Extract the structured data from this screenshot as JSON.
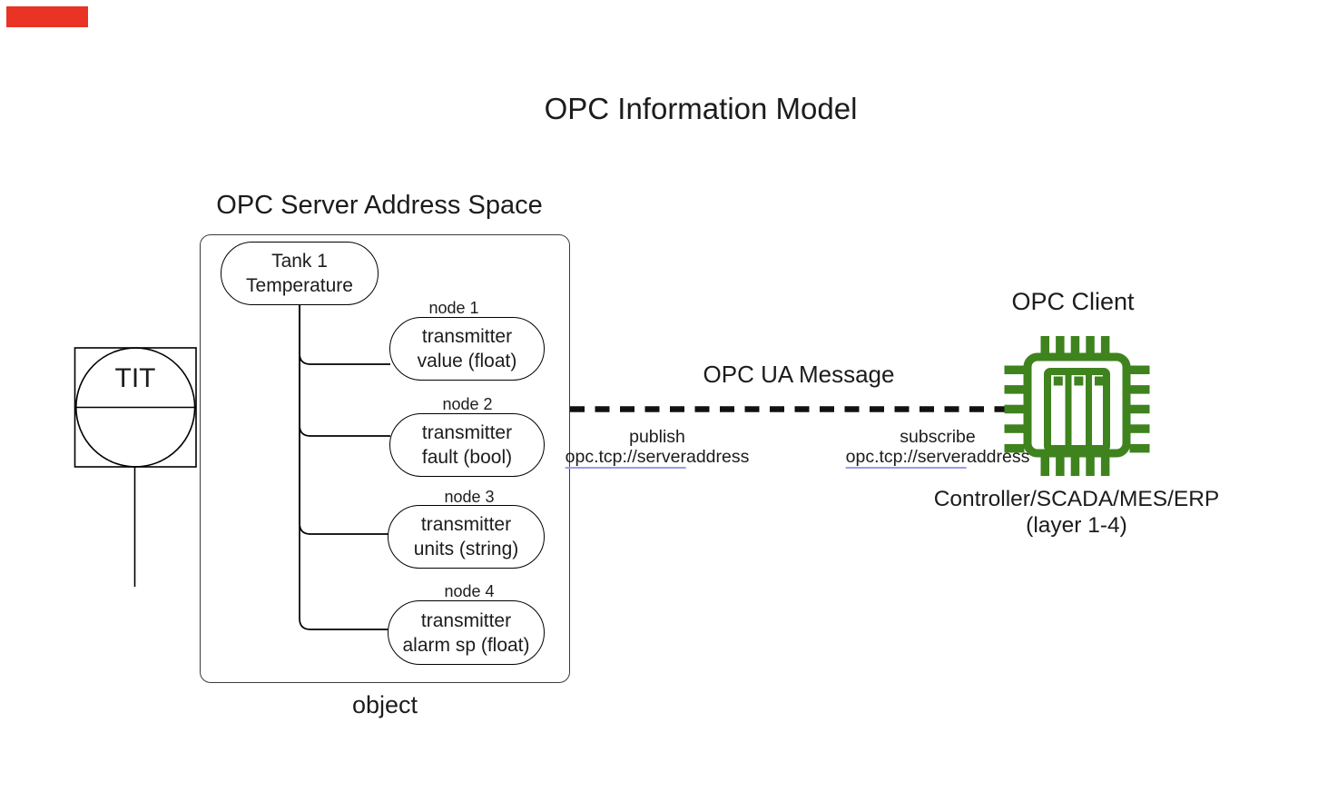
{
  "marker": {
    "color": "#E93325"
  },
  "title": "OPC Information Model",
  "server_space": {
    "label": "OPC Server Address Space",
    "object_label": "object",
    "tank_node": {
      "line1": "Tank 1",
      "line2": "Temperature"
    },
    "nodes": [
      {
        "label": "node 1",
        "line1": "transmitter",
        "line2": "value (float)"
      },
      {
        "label": "node 2",
        "line1": "transmitter",
        "line2": "fault (bool)"
      },
      {
        "label": "node 3",
        "line1": "transmitter",
        "line2": "units (string)"
      },
      {
        "label": "node 4",
        "line1": "transmitter",
        "line2": "alarm sp (float)"
      }
    ]
  },
  "instrument": {
    "tag": "TIT"
  },
  "message": {
    "label": "OPC UA Message",
    "publish": {
      "action": "publish",
      "address": "opc.tcp://serveraddress",
      "address_linked": "opc.tcp://server",
      "address_plain": "address"
    },
    "subscribe": {
      "action": "subscribe",
      "address": "opc.tcp://serveraddress",
      "address_linked": "opc.tcp://server",
      "address_plain": "address"
    }
  },
  "client": {
    "label": "OPC Client",
    "chip_icon": "chip-icon",
    "chip_color": "#3E831E",
    "caption_line1": "Controller/SCADA/MES/ERP",
    "caption_line2": "(layer 1-4)"
  },
  "colors": {
    "diagram_line": "#000000",
    "dashed_link": "#111111",
    "text": "#1C1C1C",
    "link_underline": "#9B9BEE"
  }
}
